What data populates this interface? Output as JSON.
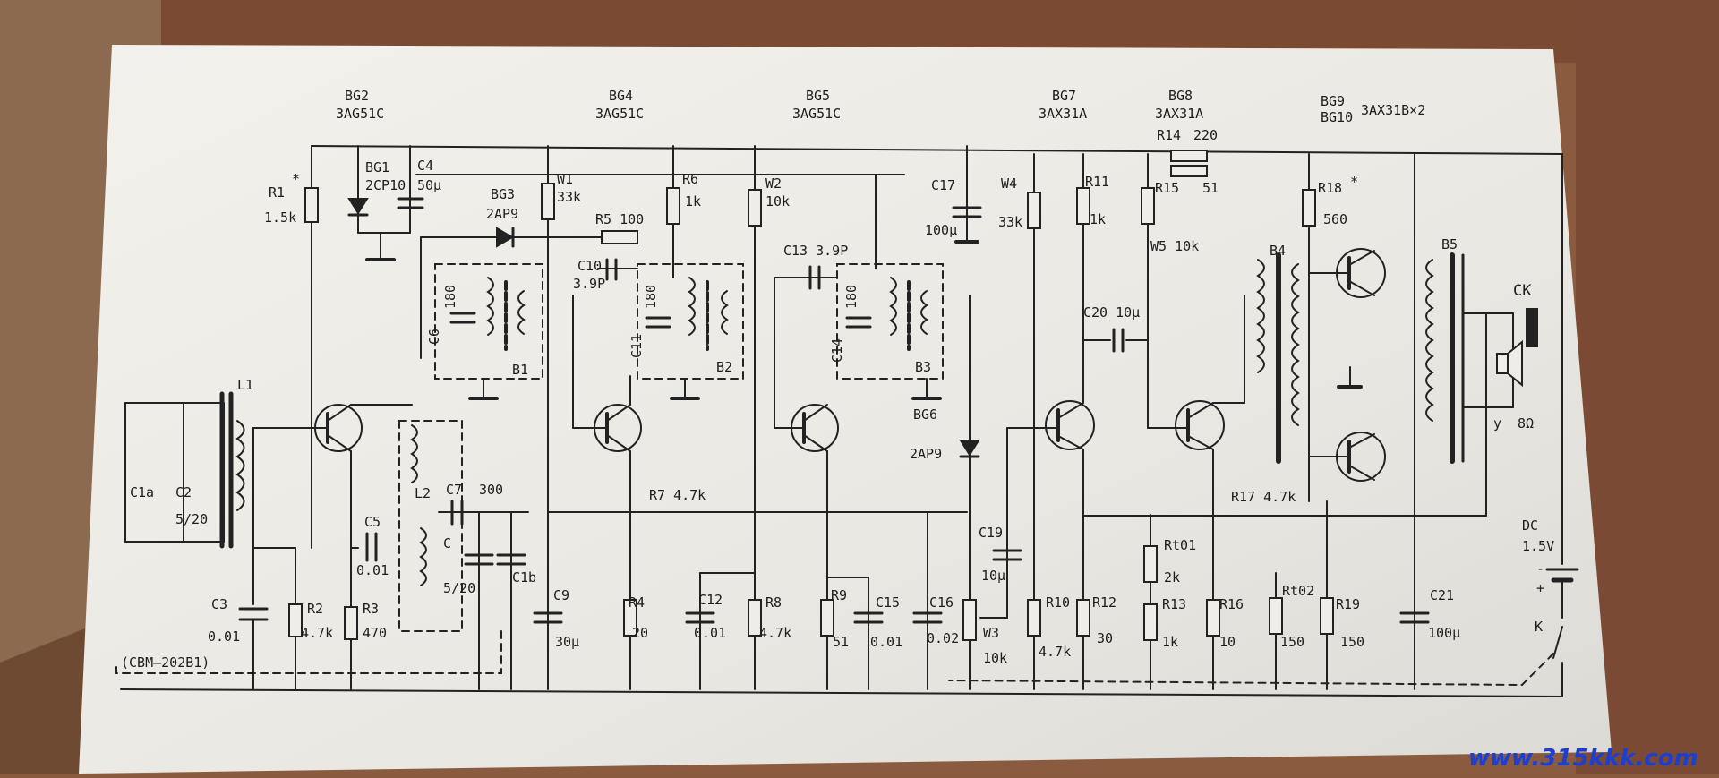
{
  "watermark": "www.315kkk.com",
  "schematic": {
    "transistor_headers": [
      {
        "name": "BG2",
        "type": "3AG51C"
      },
      {
        "name": "BG4",
        "type": "3AG51C"
      },
      {
        "name": "BG5",
        "type": "3AG51C"
      },
      {
        "name": "BG7",
        "type": "3AX31A"
      },
      {
        "name": "BG8",
        "type": "3AX31A"
      },
      {
        "name": "BG9",
        "type": "BG10"
      },
      {
        "name": "3AX31B×2",
        "type": ""
      }
    ],
    "labels": {
      "r1": "R1",
      "r1_star": "*",
      "r1_val": "1.5k",
      "bg1": "BG1",
      "bg1_type": "2CP10",
      "c4": "C4",
      "c4_val": "50μ",
      "bg3": "BG3",
      "bg3_type": "2AP9",
      "w1": "W1",
      "w1_val": "33k",
      "r5": "R5 100",
      "r6": "R6",
      "r6_val": "1k",
      "w2": "W2",
      "w2_val": "10k",
      "c10": "C10",
      "c10_val": "3.9P",
      "c13": "C13 3.9P",
      "c6": "C6",
      "c6_val": "180",
      "b1": "B1",
      "c11": "C11",
      "c11_val": "180",
      "b2": "B2",
      "c14": "C14",
      "c14_val": "180",
      "b3": "B3",
      "c17": "C17",
      "c17_val": "100μ",
      "w4": "W4",
      "w4_val": "33k",
      "r11": "R11",
      "r11_val": "1k",
      "r14": "R14",
      "r14_val": "220",
      "r15": "R15",
      "r15_val": "51",
      "w5": "W5 10k",
      "r18": "R18",
      "r18_star": "*",
      "r18_val": "560",
      "b4": "B4",
      "b5": "B5",
      "ck": "CK",
      "c20": "C20 10μ",
      "y": "y",
      "ohm": "8Ω",
      "l1": "L1",
      "l2": "L2",
      "c1a": "C1a",
      "c2": "C2",
      "c2_val": "5/20",
      "c7": "C7",
      "c7_val": "300",
      "c": "C",
      "c_val": "5/20",
      "c1b": "C1b",
      "c5": "C5",
      "c5_val": "0.01",
      "c3": "C3",
      "c3_val": "0.01",
      "r2": "R2",
      "r2_val": "4.7k",
      "r3": "R3",
      "r3_val": "470",
      "cbm": "(CBM—202B1)",
      "r7": "R7 4.7k",
      "bg6": "BG6",
      "bg6_type": "2AP9",
      "c9": "C9",
      "c9_val": "30μ",
      "r4": "R4",
      "r4_val": "20",
      "c12": "C12",
      "c12_val": "0.01",
      "r8": "R8",
      "r8_val": "4.7k",
      "r9": "R9",
      "r9_val": "51",
      "c15": "C15",
      "c15_val": "0.01",
      "c16": "C16",
      "c16_val": "0.02",
      "w3": "W3",
      "w3_val": "10k",
      "c19": "C19",
      "c19_val": "10μ",
      "r10": "R10",
      "r10_val": "4.7k",
      "r12": "R12",
      "r12_val": "30",
      "r17": "R17 4.7k",
      "rt01": "Rt01",
      "rt01_val": "2k",
      "r13": "R13",
      "r13_val": "1k",
      "r16": "R16",
      "r16_val": "10",
      "rt02": "Rt02",
      "rt02_val": "150",
      "r19": "R19",
      "r19_val": "150",
      "c21": "C21",
      "c21_val": "100μ",
      "dc": "DC",
      "dc_val": "1.5V",
      "k": "K",
      "minus": "-",
      "plus": "+"
    }
  }
}
